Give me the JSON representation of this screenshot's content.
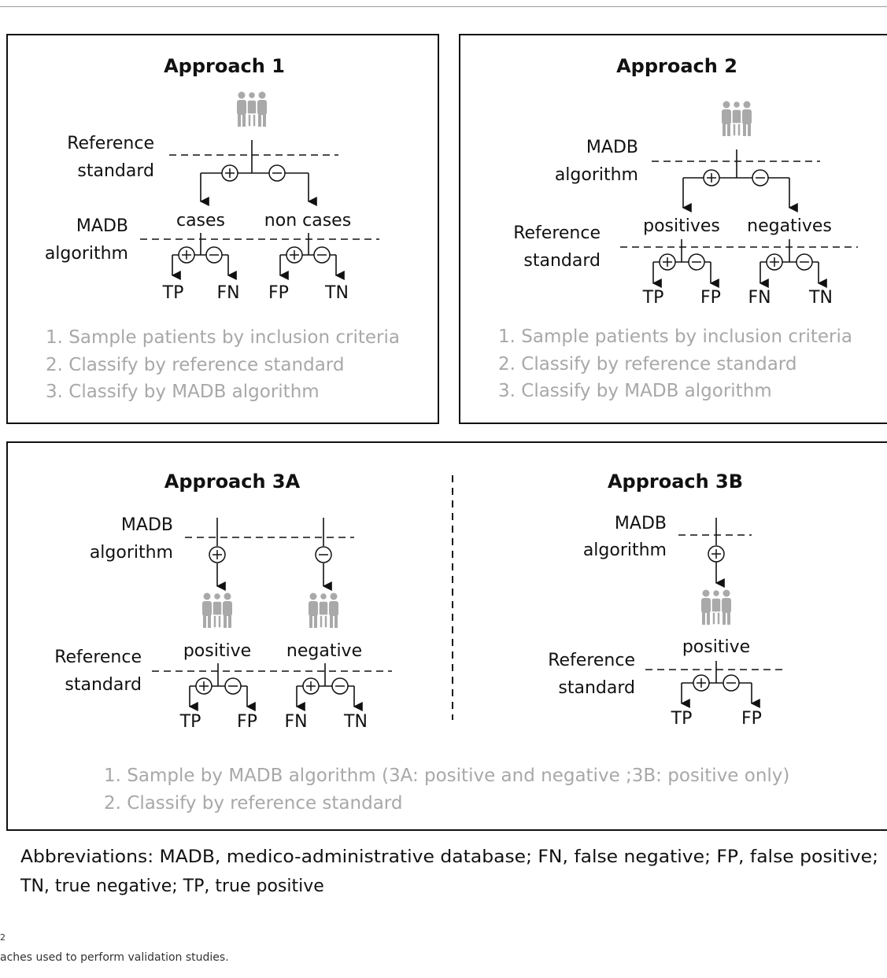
{
  "panels": {
    "approach1": {
      "title": "Approach 1",
      "first_split": [
        "Reference",
        "standard"
      ],
      "second_split": [
        "MADB",
        "algorithm"
      ],
      "groups": [
        "cases",
        "non cases"
      ],
      "outcomes": [
        "TP",
        "FN",
        "FP",
        "TN"
      ],
      "steps": [
        "1.  Sample patients by inclusion criteria",
        "2.  Classify by reference standard",
        "3.  Classify by MADB algorithm"
      ]
    },
    "approach2": {
      "title": "Approach 2",
      "first_split": [
        "MADB",
        "algorithm"
      ],
      "second_split": [
        "Reference",
        "standard"
      ],
      "groups": [
        "positives",
        "negatives"
      ],
      "outcomes": [
        "TP",
        "FP",
        "FN",
        "TN"
      ],
      "steps": [
        "1.  Sample patients by inclusion criteria",
        "2.  Classify by reference standard",
        "3.  Classify by MADB algorithm"
      ]
    },
    "approach3a": {
      "title": "Approach 3A",
      "first_split": [
        "MADB",
        "algorithm"
      ],
      "second_split": [
        "Reference",
        "standard"
      ],
      "groups": [
        "positive",
        "negative"
      ],
      "outcomes": [
        "TP",
        "FP",
        "FN",
        "TN"
      ]
    },
    "approach3b": {
      "title": "Approach 3B",
      "first_split": [
        "MADB",
        "algorithm"
      ],
      "second_split": [
        "Reference",
        "standard"
      ],
      "groups": [
        "positive"
      ],
      "outcomes": [
        "TP",
        "FP"
      ]
    },
    "approach3_steps": [
      "1.  Sample by MADB algorithm (3A: positive and negative ;3B: positive only)",
      "2.  Classify by reference standard"
    ]
  },
  "abbreviations": [
    "Abbreviations: MADB, medico-administrative database; FN, false negative; FP, false positive;",
    "TN, true negative; TP, true positive"
  ],
  "figure_number": "2",
  "caption": "aches used to perform validation studies.",
  "colors": {
    "people_icon": "#a9a9a9",
    "steps_text": "#a8a8a8",
    "lines": "#111111"
  }
}
